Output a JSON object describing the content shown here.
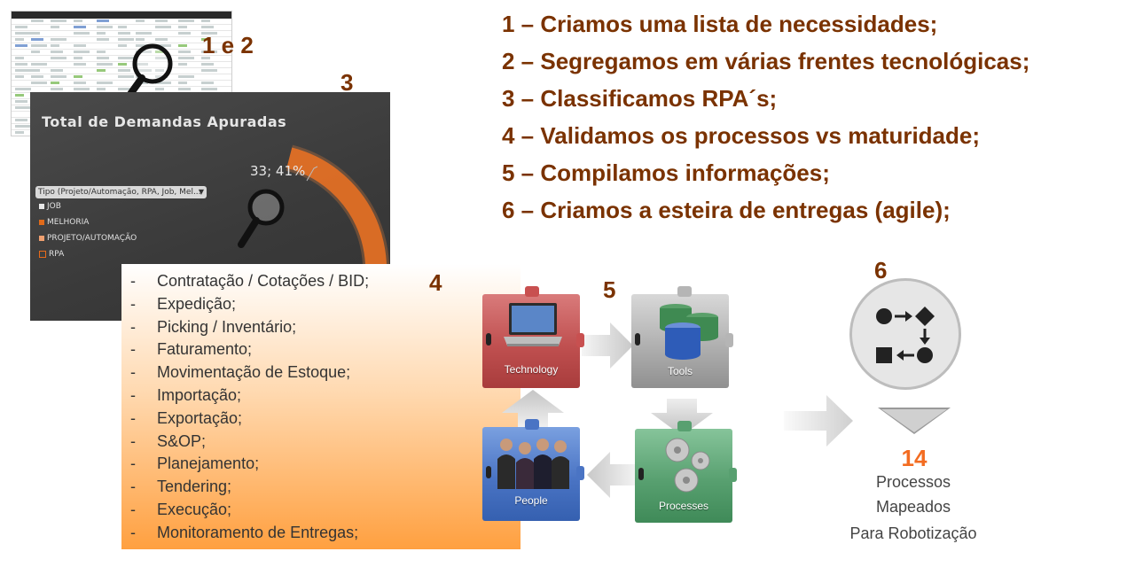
{
  "colors": {
    "step_text": "#7a3200",
    "count": "#f36c21",
    "chart_bg": "#3f3f3f",
    "chart_ring": "#e86a1a",
    "list_box_bottom": "#ffa040"
  },
  "labels": {
    "spreadsheet": "1 e 2",
    "chart": "3",
    "list": "4",
    "diagram": "5",
    "result": "6"
  },
  "chart_data": {
    "type": "pie",
    "title": "Total de Demandas Apuradas",
    "filter": "Tipo (Projeto/Automação, RPA, Job, Mel...",
    "legend": [
      "JOB",
      "MELHORIA",
      "PROJETO/AUTOMAÇÃO",
      "RPA"
    ],
    "legend_colors": [
      "#e8e8e8",
      "#e06a1a",
      "#f0a070",
      "#e86a1a"
    ],
    "highlight_label": "33; 41%",
    "highlight_value": 33,
    "highlight_percent": 41
  },
  "steps": [
    "1 – Criamos uma lista de necessidades;",
    "2 – Segregamos em várias frentes tecnológicas;",
    "3 – Classificamos RPA´s;",
    "4 – Validamos os processos vs maturidade;",
    "5 – Compilamos informações;",
    "6 – Criamos a esteira de entregas (agile);"
  ],
  "list": {
    "bullet": "-",
    "items": [
      "Contratação / Cotações / BID;",
      "Expedição;",
      "Picking / Inventário;",
      "Faturamento;",
      "Movimentação de Estoque;",
      "Importação;",
      "Exportação;",
      "S&OP;",
      "Planejamento;",
      "Tendering;",
      "Execução;",
      "Monitoramento de Entregas;"
    ]
  },
  "diagram": {
    "technology": "Technology",
    "tools": "Tools",
    "people": "People",
    "processes": "Processes"
  },
  "result": {
    "count": "14",
    "line1": "Processos",
    "line2": "Mapeados",
    "line3": "Para Robotização"
  },
  "icons": {
    "magnifier": "magnifier-icon",
    "flow": "workflow-icon",
    "laptop": "laptop-icon",
    "database": "database-icon",
    "gears": "gears-icon"
  }
}
